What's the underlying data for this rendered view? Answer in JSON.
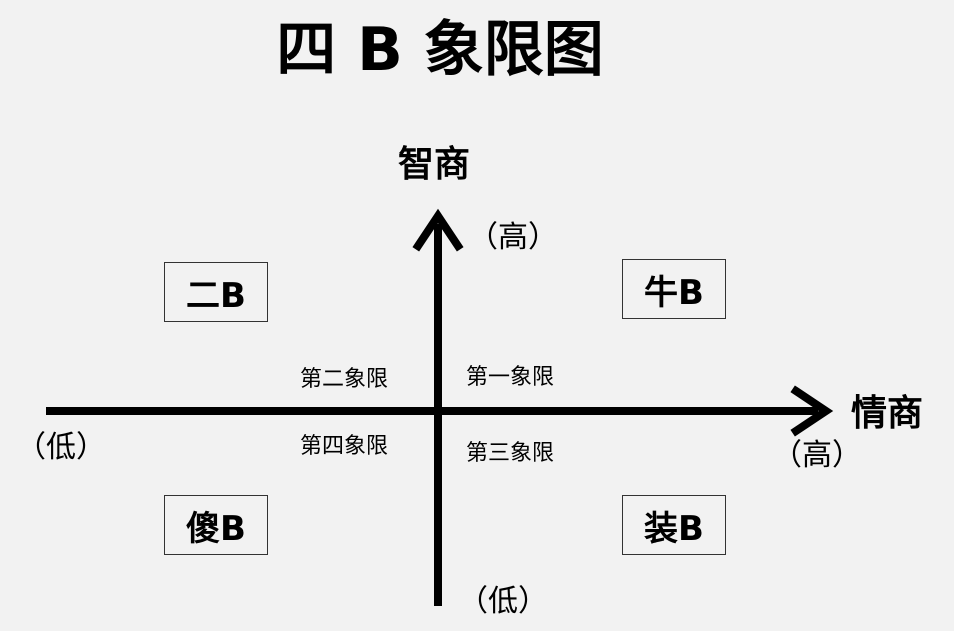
{
  "title": "四 B 象限图",
  "axes": {
    "y": {
      "label": "智商",
      "high": "（高）",
      "low": "（低）"
    },
    "x": {
      "label": "情商",
      "high": "（高）",
      "low": "（低）"
    }
  },
  "quadrants": {
    "first": "第一象限",
    "second": "第二象限",
    "third": "第三象限",
    "fourth": "第四象限"
  },
  "boxes": {
    "top_left": "二B",
    "top_right": "牛B",
    "bottom_left": "傻B",
    "bottom_right": "装B"
  }
}
